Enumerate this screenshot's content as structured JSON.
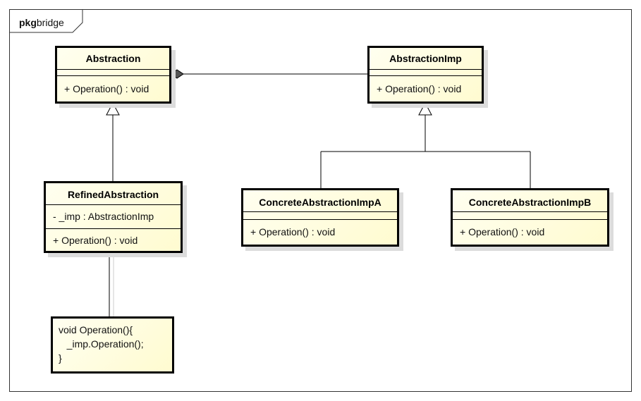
{
  "package": {
    "keyword": "pkg",
    "name": "bridge"
  },
  "classes": {
    "abstraction": {
      "name": "Abstraction",
      "attributes": [],
      "operations": [
        "+ Operation() : void"
      ]
    },
    "abstraction_imp": {
      "name": "AbstractionImp",
      "attributes": [],
      "operations": [
        "+ Operation() : void"
      ]
    },
    "refined_abstraction": {
      "name": "RefinedAbstraction",
      "attributes": [
        "- _imp : AbstractionImp"
      ],
      "operations": [
        "+ Operation() : void"
      ]
    },
    "concrete_a": {
      "name": "ConcreteAbstractionImpA",
      "attributes": [],
      "operations": [
        "+ Operation() : void"
      ]
    },
    "concrete_b": {
      "name": "ConcreteAbstractionImpB",
      "attributes": [],
      "operations": [
        "+ Operation() : void"
      ]
    }
  },
  "note": {
    "text": "void Operation(){\n   _imp.Operation();\n}"
  },
  "relationships": [
    {
      "type": "composition",
      "whole": "Abstraction",
      "part": "AbstractionImp"
    },
    {
      "type": "generalization",
      "child": "RefinedAbstraction",
      "parent": "Abstraction"
    },
    {
      "type": "generalization",
      "child": "ConcreteAbstractionImpA",
      "parent": "AbstractionImp"
    },
    {
      "type": "generalization",
      "child": "ConcreteAbstractionImpB",
      "parent": "AbstractionImp"
    },
    {
      "type": "note-anchor",
      "from": "RefinedAbstraction",
      "to": "note"
    }
  ]
}
